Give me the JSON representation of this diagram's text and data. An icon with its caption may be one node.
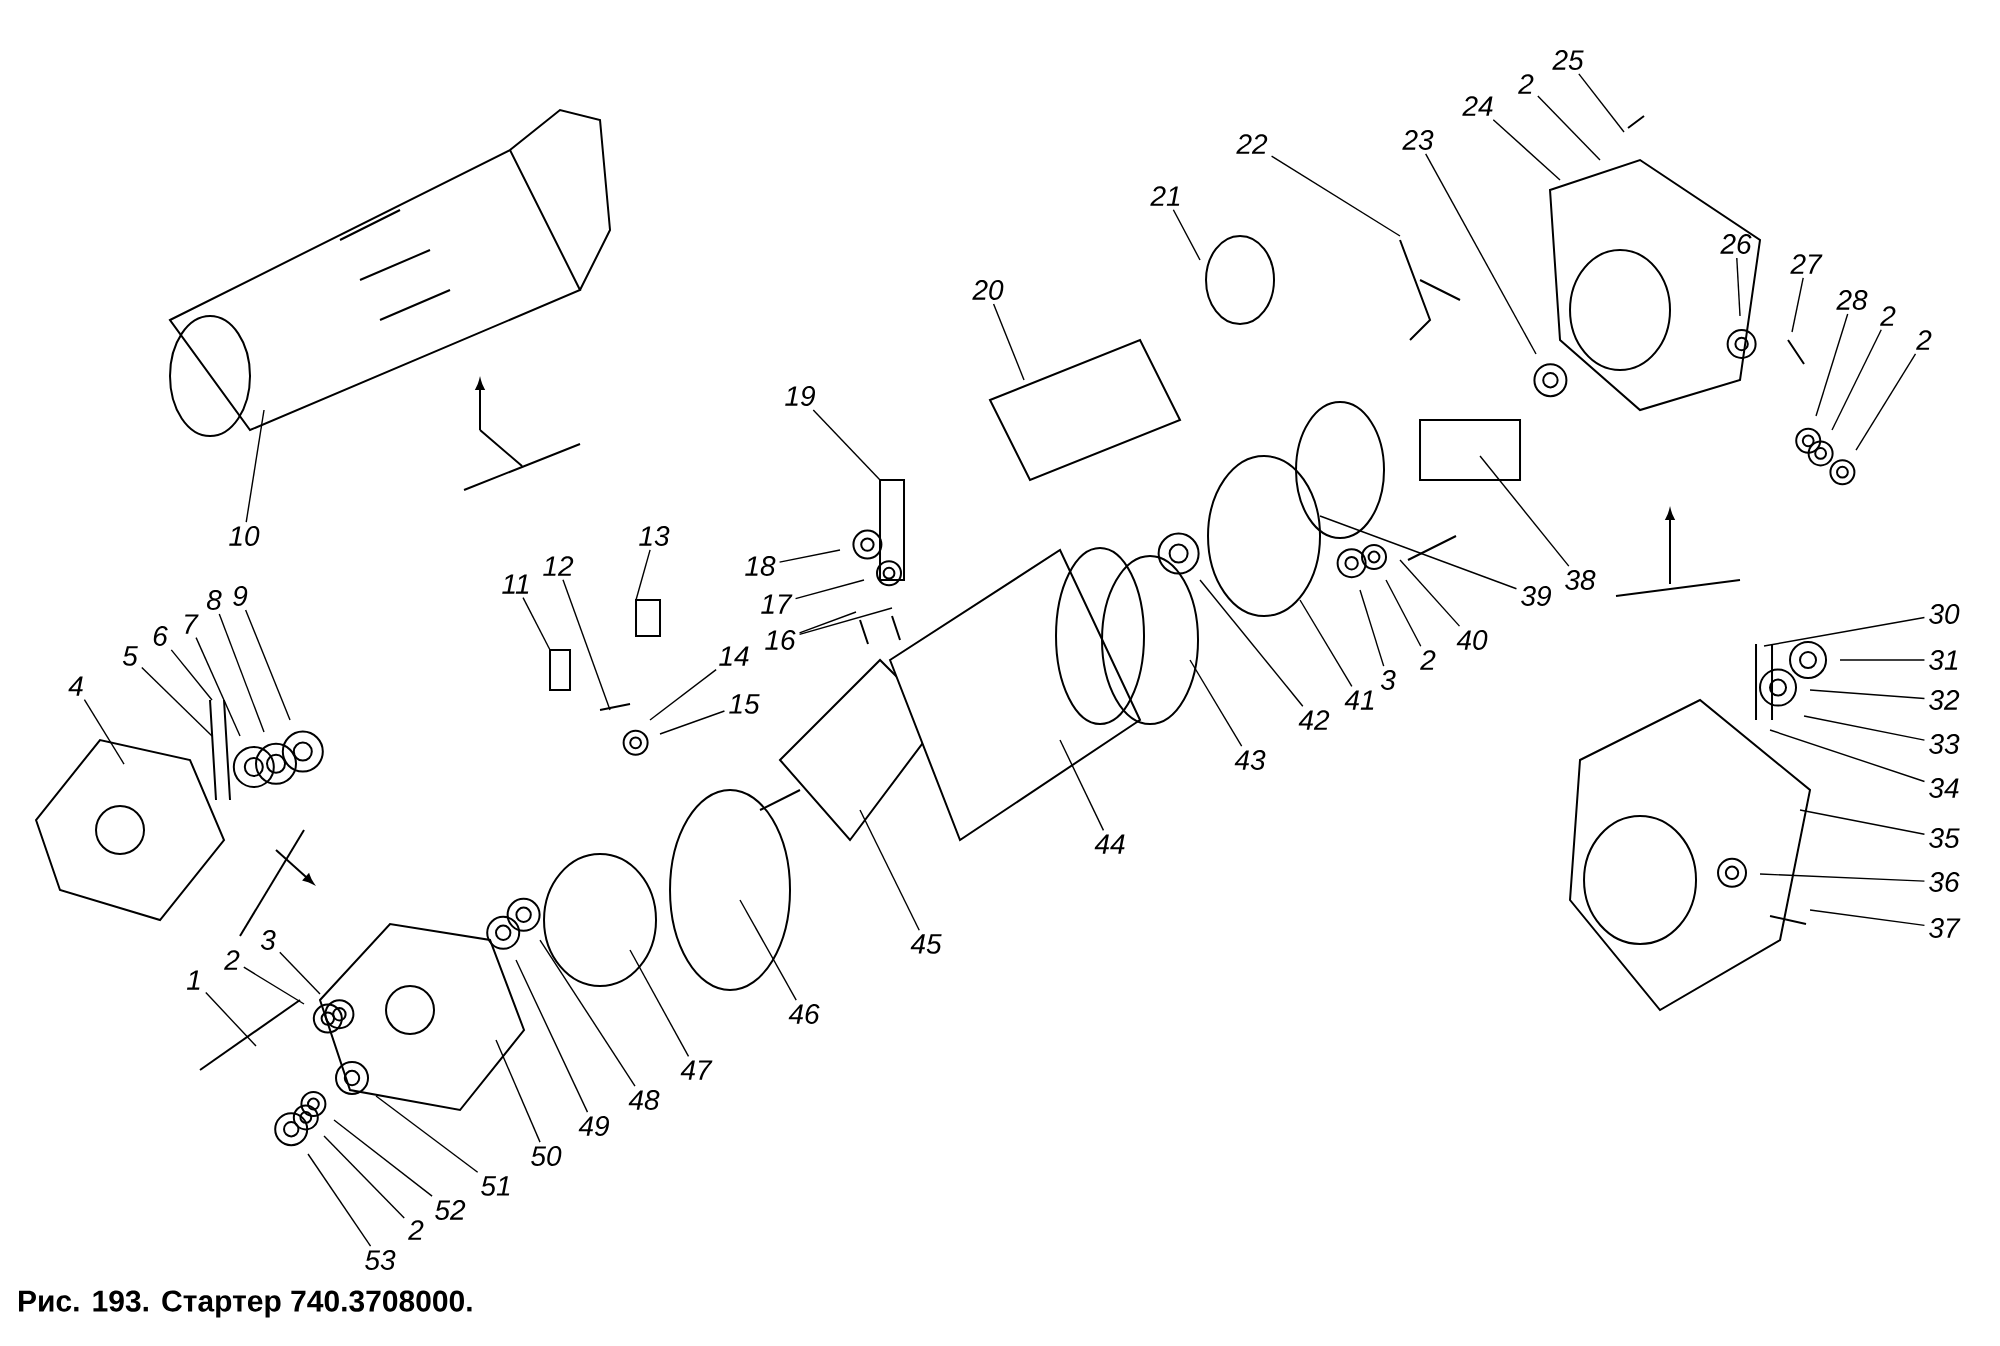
{
  "diagram": {
    "caption": "Рис. 193. Стартер 740.3708000.",
    "nodes": [
      {
        "text": [
          "1"
        ]
      },
      {
        "text": [
          "2"
        ]
      },
      {
        "text": [
          "3"
        ]
      },
      {
        "text": [
          "4"
        ]
      },
      {
        "text": [
          "5"
        ]
      },
      {
        "text": [
          "6"
        ]
      },
      {
        "text": [
          "7"
        ]
      },
      {
        "text": [
          "8"
        ]
      },
      {
        "text": [
          "9"
        ]
      },
      {
        "text": [
          "10"
        ]
      },
      {
        "text": [
          "11"
        ]
      },
      {
        "text": [
          "12"
        ]
      },
      {
        "text": [
          "13"
        ]
      },
      {
        "text": [
          "14"
        ]
      },
      {
        "text": [
          "15"
        ]
      },
      {
        "text": [
          "16"
        ]
      },
      {
        "text": [
          "17"
        ]
      },
      {
        "text": [
          "18"
        ]
      },
      {
        "text": [
          "19"
        ]
      },
      {
        "text": [
          "20"
        ]
      },
      {
        "text": [
          "21"
        ]
      },
      {
        "text": [
          "22"
        ]
      },
      {
        "text": [
          "23"
        ]
      },
      {
        "text": [
          "24"
        ]
      },
      {
        "text": [
          "2"
        ]
      },
      {
        "text": [
          "25"
        ]
      },
      {
        "text": [
          "26"
        ]
      },
      {
        "text": [
          "27"
        ]
      },
      {
        "text": [
          "28"
        ]
      },
      {
        "text": [
          "2"
        ]
      },
      {
        "text": [
          "2"
        ]
      },
      {
        "text": [
          "30"
        ]
      },
      {
        "text": [
          "31"
        ]
      },
      {
        "text": [
          "32"
        ]
      },
      {
        "text": [
          "33"
        ]
      },
      {
        "text": [
          "34"
        ]
      },
      {
        "text": [
          "35"
        ]
      },
      {
        "text": [
          "36"
        ]
      },
      {
        "text": [
          "37"
        ]
      },
      {
        "text": [
          "38"
        ]
      },
      {
        "text": [
          "39"
        ]
      },
      {
        "text": [
          "40"
        ]
      },
      {
        "text": [
          "2"
        ]
      },
      {
        "text": [
          "3"
        ]
      },
      {
        "text": [
          "41"
        ]
      },
      {
        "text": [
          "42"
        ]
      },
      {
        "text": [
          "43"
        ]
      },
      {
        "text": [
          "44"
        ]
      },
      {
        "text": [
          "45"
        ]
      },
      {
        "text": [
          "46"
        ]
      },
      {
        "text": [
          "47"
        ]
      },
      {
        "text": [
          "48"
        ]
      },
      {
        "text": [
          "49"
        ]
      },
      {
        "text": [
          "50"
        ]
      },
      {
        "text": [
          "51"
        ]
      },
      {
        "text": [
          "52"
        ]
      },
      {
        "text": [
          "2"
        ]
      },
      {
        "text": [
          "53"
        ]
      }
    ],
    "edges": [
      {
        "from": 0,
        "to": null,
        "arrow": "none"
      },
      {
        "from": 1,
        "to": null,
        "arrow": "none"
      },
      {
        "from": 2,
        "to": null,
        "arrow": "none"
      },
      {
        "from": 3,
        "to": null,
        "arrow": "none"
      },
      {
        "from": 4,
        "to": null,
        "arrow": "none"
      },
      {
        "from": 5,
        "to": null,
        "arrow": "none"
      },
      {
        "from": 6,
        "to": null,
        "arrow": "none"
      },
      {
        "from": 7,
        "to": null,
        "arrow": "none"
      },
      {
        "from": 8,
        "to": null,
        "arrow": "none"
      },
      {
        "from": 9,
        "to": null,
        "arrow": "none"
      },
      {
        "from": 10,
        "to": null,
        "arrow": "none"
      },
      {
        "from": 11,
        "to": null,
        "arrow": "none"
      },
      {
        "from": 12,
        "to": null,
        "arrow": "none"
      },
      {
        "from": 13,
        "to": null,
        "arrow": "none"
      },
      {
        "from": 14,
        "to": null,
        "arrow": "none"
      },
      {
        "from": 15,
        "to": null,
        "arrow": "none"
      },
      {
        "from": 15,
        "to": null,
        "arrow": "none"
      },
      {
        "from": 16,
        "to": null,
        "arrow": "none"
      },
      {
        "from": 17,
        "to": null,
        "arrow": "none"
      },
      {
        "from": 18,
        "to": null,
        "arrow": "none"
      },
      {
        "from": 19,
        "to": null,
        "arrow": "none"
      },
      {
        "from": 20,
        "to": null,
        "arrow": "none"
      },
      {
        "from": 21,
        "to": null,
        "arrow": "none"
      },
      {
        "from": 22,
        "to": null,
        "arrow": "none"
      },
      {
        "from": 23,
        "to": null,
        "arrow": "none"
      },
      {
        "from": 24,
        "to": null,
        "arrow": "none"
      },
      {
        "from": 25,
        "to": null,
        "arrow": "none"
      },
      {
        "from": 26,
        "to": null,
        "arrow": "none"
      },
      {
        "from": 27,
        "to": null,
        "arrow": "none"
      },
      {
        "from": 28,
        "to": null,
        "arrow": "none"
      },
      {
        "from": 29,
        "to": null,
        "arrow": "none"
      },
      {
        "from": 30,
        "to": null,
        "arrow": "none"
      },
      {
        "from": 31,
        "to": null,
        "arrow": "none"
      },
      {
        "from": 32,
        "to": null,
        "arrow": "none"
      },
      {
        "from": 33,
        "to": null,
        "arrow": "none"
      },
      {
        "from": 34,
        "to": null,
        "arrow": "none"
      },
      {
        "from": 35,
        "to": null,
        "arrow": "none"
      },
      {
        "from": 36,
        "to": null,
        "arrow": "none"
      },
      {
        "from": 37,
        "to": null,
        "arrow": "none"
      },
      {
        "from": 38,
        "to": null,
        "arrow": "none"
      },
      {
        "from": 39,
        "to": null,
        "arrow": "none"
      },
      {
        "from": 40,
        "to": null,
        "arrow": "none"
      },
      {
        "from": 41,
        "to": null,
        "arrow": "none"
      },
      {
        "from": 42,
        "to": null,
        "arrow": "none"
      },
      {
        "from": 43,
        "to": null,
        "arrow": "none"
      },
      {
        "from": 44,
        "to": null,
        "arrow": "none"
      },
      {
        "from": 45,
        "to": null,
        "arrow": "none"
      },
      {
        "from": 46,
        "to": null,
        "arrow": "none"
      },
      {
        "from": 47,
        "to": null,
        "arrow": "none"
      },
      {
        "from": 48,
        "to": null,
        "arrow": "none"
      },
      {
        "from": 49,
        "to": null,
        "arrow": "none"
      },
      {
        "from": 50,
        "to": null,
        "arrow": "none"
      },
      {
        "from": 51,
        "to": null,
        "arrow": "none"
      },
      {
        "from": 52,
        "to": null,
        "arrow": "none"
      },
      {
        "from": 53,
        "to": null,
        "arrow": "none"
      },
      {
        "from": 54,
        "to": null,
        "arrow": "none"
      },
      {
        "from": 55,
        "to": null,
        "arrow": "none"
      },
      {
        "from": 56,
        "to": null,
        "arrow": "none"
      },
      {
        "from": 57,
        "to": null,
        "arrow": "none"
      }
    ]
  }
}
